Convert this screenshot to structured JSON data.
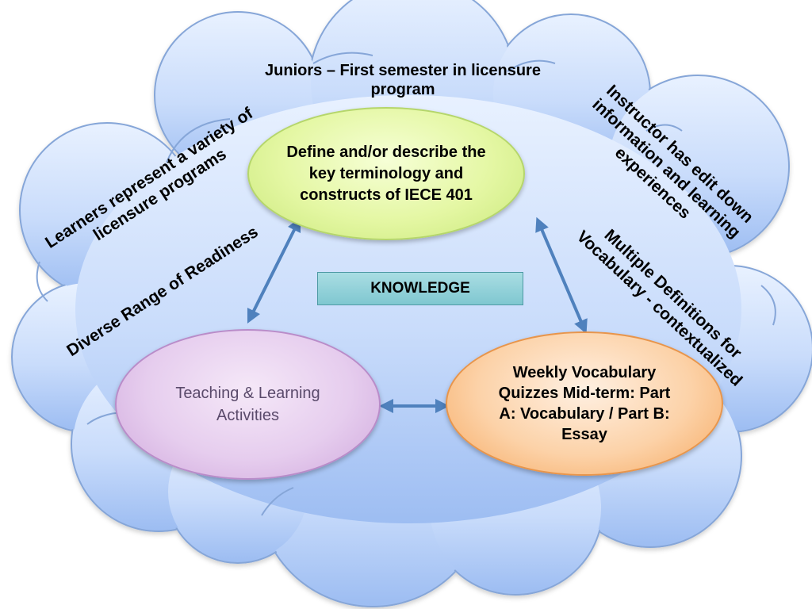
{
  "diagram": {
    "top_caption": "Juniors – First semester in licensure program",
    "center_label": "KNOWLEDGE",
    "nodes": {
      "top": "Define and/or describe the key terminology and constructs of IECE 401",
      "left": "Teaching & Learning Activities",
      "right": "Weekly Vocabulary Quizzes Mid-term: Part A: Vocabulary / Part B: Essay"
    },
    "notes": {
      "learners_line1": "Learners represent a variety of",
      "learners_line2": "licensure programs",
      "readiness": "Diverse Range of Readiness",
      "instructor_line1": "Instructor has edit  down",
      "instructor_line2": "information and learning",
      "instructor_line3": "experiences",
      "definitions_line1": "Multiple Definitions for",
      "definitions_line2": "Vocabulary - contextualized"
    },
    "colors": {
      "cloud_top": "#e7f0ff",
      "cloud_bottom": "#9fbff3",
      "cloud_stroke": "#7f9fd3",
      "arrow": "#4f81bd"
    }
  }
}
